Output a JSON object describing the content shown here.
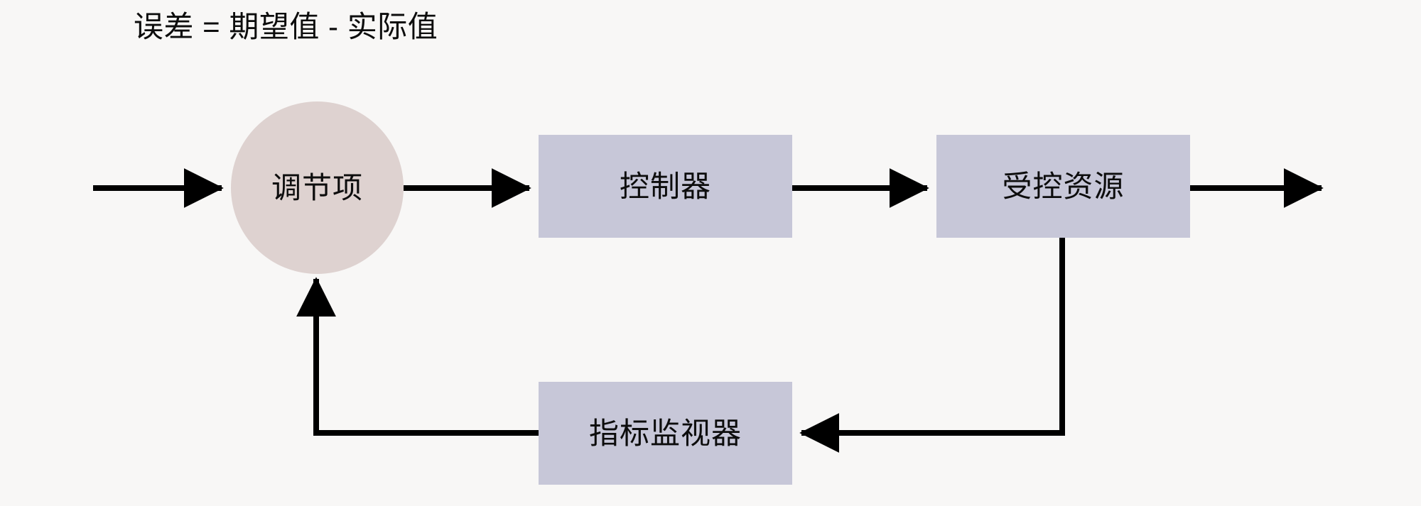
{
  "diagram": {
    "title": "误差 = 期望值 - 实际值",
    "background_color": "#f8f7f6",
    "line_color": "#000000",
    "circle_fill": "#ded2d0",
    "box_fill": "#c7c7d8",
    "text_color": "#0d0d0d",
    "nodes": [
      {
        "id": "summing",
        "label": "调节项",
        "shape": "circle"
      },
      {
        "id": "controller",
        "label": "控制器",
        "shape": "rectangle"
      },
      {
        "id": "resource",
        "label": "受控资源",
        "shape": "rectangle"
      },
      {
        "id": "monitor",
        "label": "指标监视器",
        "shape": "rectangle"
      }
    ],
    "edges": [
      {
        "id": "input-edge",
        "from": "external-input",
        "to": "summing",
        "label": ""
      },
      {
        "id": "summing-to-controller",
        "from": "summing",
        "to": "controller",
        "label": ""
      },
      {
        "id": "controller-to-resource",
        "from": "controller",
        "to": "resource",
        "label": ""
      },
      {
        "id": "resource-to-output",
        "from": "resource",
        "to": "external-output",
        "label": ""
      },
      {
        "id": "resource-to-monitor",
        "from": "resource",
        "to": "monitor",
        "label": ""
      },
      {
        "id": "monitor-to-summing",
        "from": "monitor",
        "to": "summing",
        "label": ""
      }
    ]
  }
}
